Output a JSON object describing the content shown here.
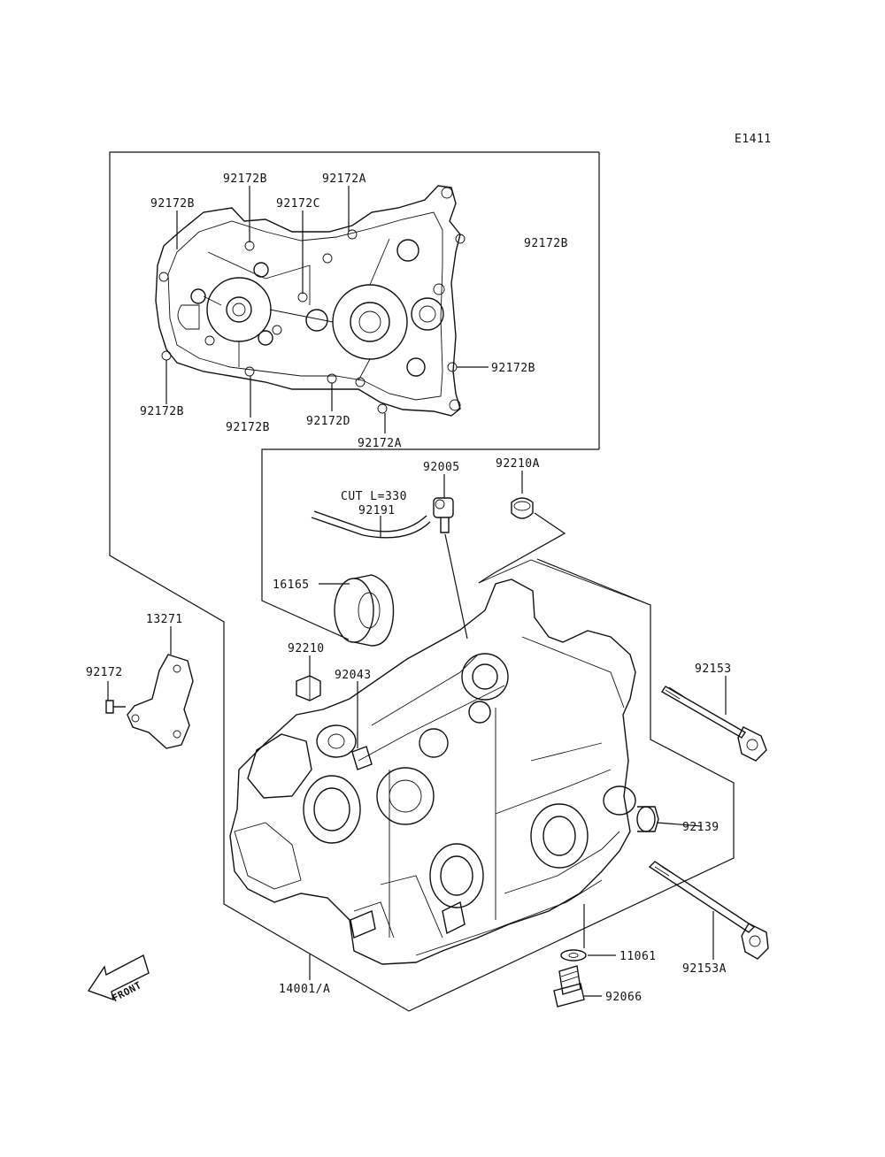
{
  "diagram_code": "E1411",
  "labels": {
    "p92172B_top": "92172B",
    "p92172A_top": "92172A",
    "p92172B_left": "92172B",
    "p92172C": "92172C",
    "p92172B_right_top": "92172B",
    "p92172B_right": "92172B",
    "p92172B_bl": "92172B",
    "p92172B_bottom": "92172B",
    "p92172D": "92172D",
    "p92172A_bottom": "92172A",
    "p92005": "92005",
    "p92210A": "92210A",
    "cut_note": "CUT L=330",
    "p92191": "92191",
    "p16165": "16165",
    "p13271": "13271",
    "p92172": "92172",
    "p92210": "92210",
    "p92043": "92043",
    "p92153": "92153",
    "p92139": "92139",
    "p11061": "11061",
    "p92153A": "92153A",
    "p92066": "92066",
    "p14001A": "14001/A"
  },
  "front_label": "FRONT",
  "icons": [
    "front-arrow-icon"
  ]
}
